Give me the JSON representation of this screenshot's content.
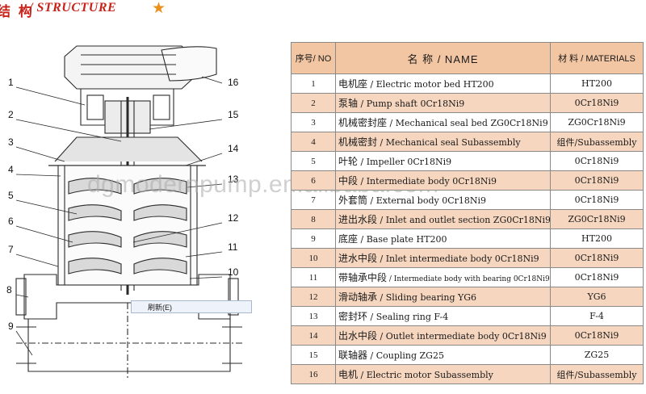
{
  "header": {
    "title_zh": "结 构",
    "title_en": "/ STRUCTURE",
    "star": "★"
  },
  "drawing": {
    "callouts_left": [
      "1",
      "2",
      "3",
      "4",
      "5",
      "6",
      "7",
      "8",
      "9"
    ],
    "callouts_right": [
      "16",
      "15",
      "14",
      "13",
      "12",
      "11",
      "10"
    ]
  },
  "table": {
    "headers": {
      "no": "序号/ NO",
      "name": "名 称 / NAME",
      "materials": "材 料 / MATERIALS"
    },
    "rows": [
      {
        "no": "1",
        "zh": "电机座",
        "en": " / Electric motor bed HT200",
        "mat": "HT200"
      },
      {
        "no": "2",
        "zh": "泵轴",
        "en": " / Pump shaft 0Cr18Ni9",
        "mat": "0Cr18Ni9"
      },
      {
        "no": "3",
        "zh": "机械密封座",
        "en": " / Mechanical seal bed ZG0Cr18Ni9",
        "mat": "ZG0Cr18Ni9"
      },
      {
        "no": "4",
        "zh": "机械密封",
        "en": " / Mechanical seal Subassembly",
        "mat": "组件/Subassembly"
      },
      {
        "no": "5",
        "zh": "叶轮",
        "en": " / Impeller 0Cr18Ni9",
        "mat": "0Cr18Ni9"
      },
      {
        "no": "6",
        "zh": "中段",
        "en": " / Intermediate body 0Cr18Ni9",
        "mat": "0Cr18Ni9"
      },
      {
        "no": "7",
        "zh": "外套筒",
        "en": " / External body 0Cr18Ni9",
        "mat": "0Cr18Ni9"
      },
      {
        "no": "8",
        "zh": "进出水段",
        "en": " / Inlet and outlet section ZG0Cr18Ni9",
        "mat": "ZG0Cr18Ni9"
      },
      {
        "no": "9",
        "zh": "底座",
        "en": " / Base plate HT200",
        "mat": "HT200"
      },
      {
        "no": "10",
        "zh": "进水中段",
        "en": " / Inlet intermediate body 0Cr18Ni9",
        "mat": "0Cr18Ni9"
      },
      {
        "no": "11",
        "zh": "带轴承中段",
        "en": " / Intermediate body with bearing 0Cr18Ni9",
        "mat": "0Cr18Ni9",
        "small": true
      },
      {
        "no": "12",
        "zh": "滑动轴承",
        "en": " / Sliding bearing YG6",
        "mat": "YG6"
      },
      {
        "no": "13",
        "zh": "密封环",
        "en": " / Sealing ring F-4",
        "mat": "F-4"
      },
      {
        "no": "14",
        "zh": "出水中段",
        "en": " / Outlet intermediate body 0Cr18Ni9",
        "mat": "0Cr18Ni9"
      },
      {
        "no": "15",
        "zh": "联轴器",
        "en": " / Coupling ZG25",
        "mat": "ZG25"
      },
      {
        "no": "16",
        "zh": "电机",
        "en": " / Electric motor Subassembly",
        "mat": "组件/Subassembly"
      }
    ]
  },
  "watermark": "dgmodernpump.en.alibaba.com",
  "context_menu": {
    "item": "刷新(E)"
  }
}
